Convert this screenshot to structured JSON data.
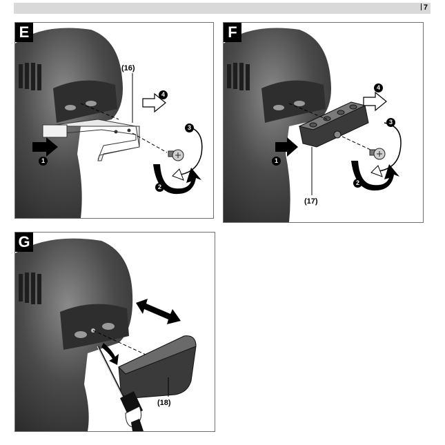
{
  "header": {
    "page_number": "7"
  },
  "panels": [
    {
      "id": "E",
      "label": "E",
      "callouts": [
        "(16)"
      ],
      "steps": [
        "1",
        "2",
        "3",
        "4"
      ]
    },
    {
      "id": "F",
      "label": "F",
      "callouts": [
        "(17)"
      ],
      "steps": [
        "1",
        "2",
        "3",
        "4"
      ]
    },
    {
      "id": "G",
      "label": "G",
      "callouts": [
        "(18)"
      ],
      "steps": []
    }
  ],
  "colors": {
    "tool_dark": "#3c3c3c",
    "tool_mid": "#6a6a6a",
    "tool_light": "#9a9a9a",
    "part_light": "#e9e9e9"
  }
}
